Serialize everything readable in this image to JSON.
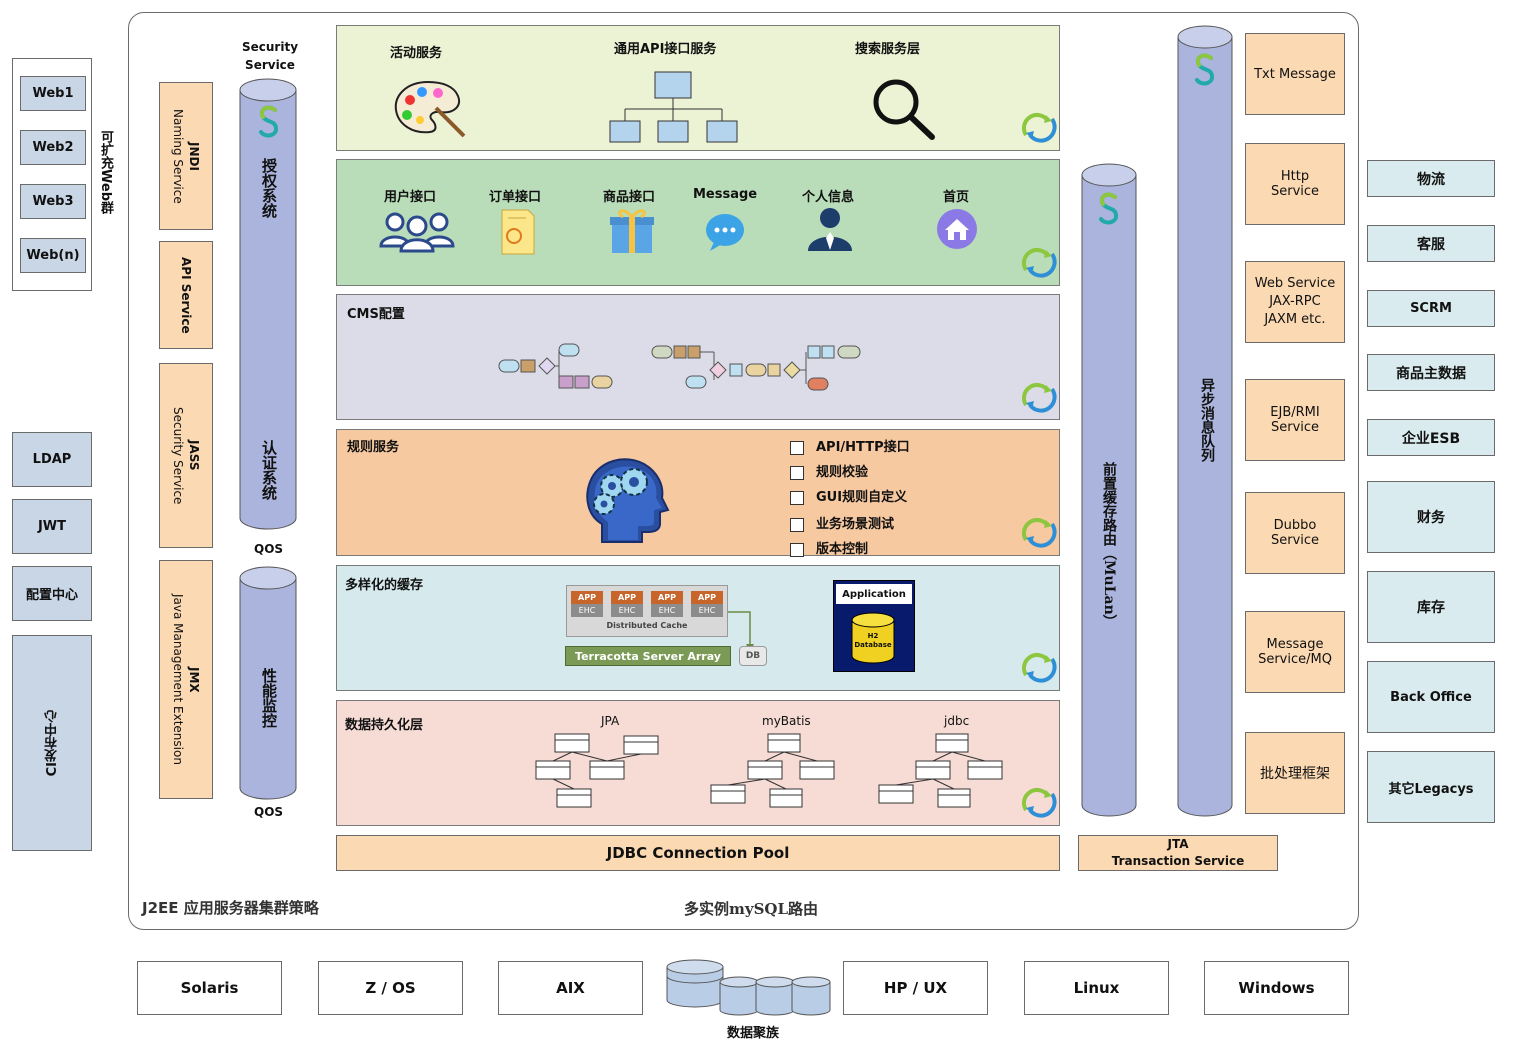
{
  "web_group": {
    "title": "可扩充Web群",
    "items": [
      "Web1",
      "Web2",
      "Web3",
      "Web(n)"
    ]
  },
  "left_services": [
    "LDAP",
    "JWT",
    "配置中心",
    "CI发布中心"
  ],
  "j2ee_services": [
    {
      "name": "JNDI",
      "desc": "Naming Service"
    },
    {
      "name": "API Service",
      "desc": ""
    },
    {
      "name": "JASS",
      "desc": "Security Service"
    },
    {
      "name": "JMX",
      "desc": "Java Management Extension"
    }
  ],
  "security": {
    "title": "Security Service",
    "top_label": "授权系统",
    "bottom_label": "认证系统"
  },
  "qos": {
    "title": "QOS",
    "label": "性能监控",
    "bottom": "QOS"
  },
  "layers": {
    "api": {
      "items": [
        "活动服务",
        "通用API接口服务",
        "搜索服务层"
      ]
    },
    "user": {
      "items": [
        "用户接口",
        "订单接口",
        "商品接口",
        "Message",
        "个人信息",
        "首页"
      ]
    },
    "cms": {
      "title": "CMS配置"
    },
    "rules": {
      "title": "规则服务",
      "checklist": [
        "API/HTTP接口",
        "规则校验",
        "GUI规则自定义",
        "业务场景测试",
        "版本控制"
      ]
    },
    "cache": {
      "title": "多样化的缓存",
      "app_labels": [
        "APP",
        "APP",
        "APP",
        "APP"
      ],
      "ehc_labels": [
        "EHC",
        "EHC",
        "EHC",
        "EHC"
      ],
      "distributed": "Distributed Cache",
      "terracotta": "Terracotta Server Array",
      "db": "DB",
      "application": "Application",
      "h2": "H2 Database"
    },
    "persistence": {
      "title": "数据持久化层",
      "frameworks": [
        "JPA",
        "myBatis",
        "jdbc"
      ]
    }
  },
  "jdbc_pool": "JDBC Connection Pool",
  "jta": {
    "line1": "JTA",
    "line2": "Transaction Service"
  },
  "cache_router": "前置缓存路由（MuLan）",
  "async_queue": "异步消息队列",
  "protocols": [
    "Txt Message",
    "Http Service",
    "Web Service JAX-RPC JAXM etc.",
    "EJB/RMI Service",
    "Dubbo Service",
    "Message Service/MQ",
    "批处理框架"
  ],
  "legacy": [
    "物流",
    "客服",
    "SCRM",
    "商品主数据",
    "企业ESB",
    "财务",
    "库存",
    "Back Office",
    "其它Legacys"
  ],
  "cluster_label": "J2EE 应用服务器集群策略",
  "mysql_label": "多实例mySQL路由",
  "os_list": [
    "Solaris",
    "Z / OS",
    "AIX",
    "HP / UX",
    "Linux",
    "Windows"
  ],
  "data_cluster": "数据聚族",
  "colors": {
    "api_layer": "#ecf2d4",
    "user_layer": "#b9dcb9",
    "cms_layer": "#dcdce8",
    "rules_layer": "#f7c9a0",
    "cache_layer": "#d6eaee",
    "persist_layer": "#f7dcd6",
    "cylinder": "#aab4dc",
    "orange_box": "#fbd9b3",
    "blue_box": "#c9d6e6"
  }
}
